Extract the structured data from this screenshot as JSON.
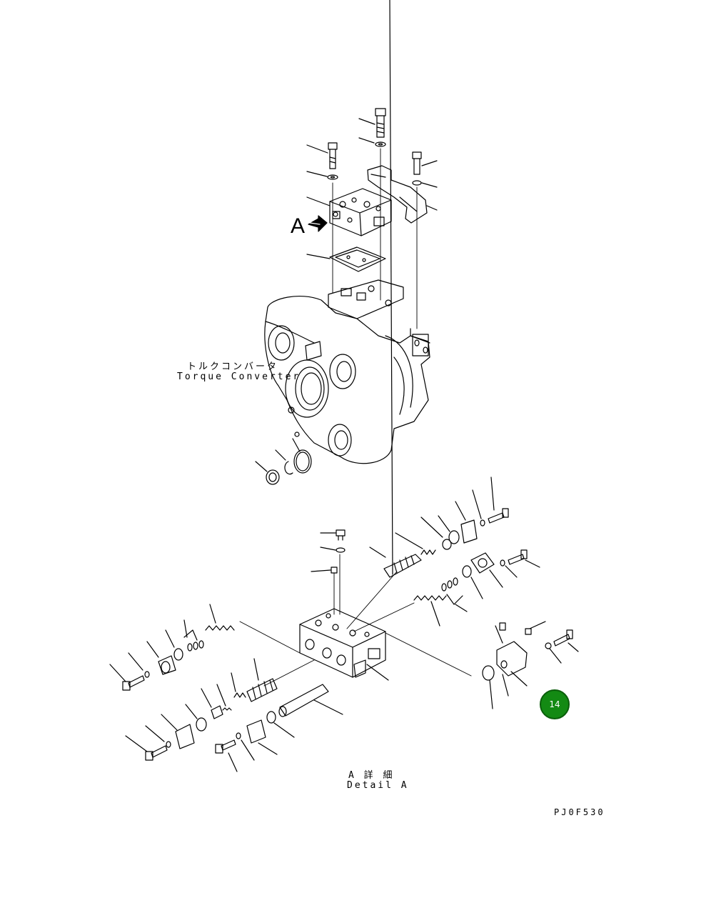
{
  "labels": {
    "torque_converter_jp": "トルクコンバータ",
    "torque_converter_en": "Torque Converter",
    "view_marker": "A",
    "detail_jp": "A 詳 細",
    "detail_en": "Detail A",
    "drawing_code": "PJ0F530"
  },
  "callout_badge": {
    "number": "14",
    "color": "#138a13"
  }
}
